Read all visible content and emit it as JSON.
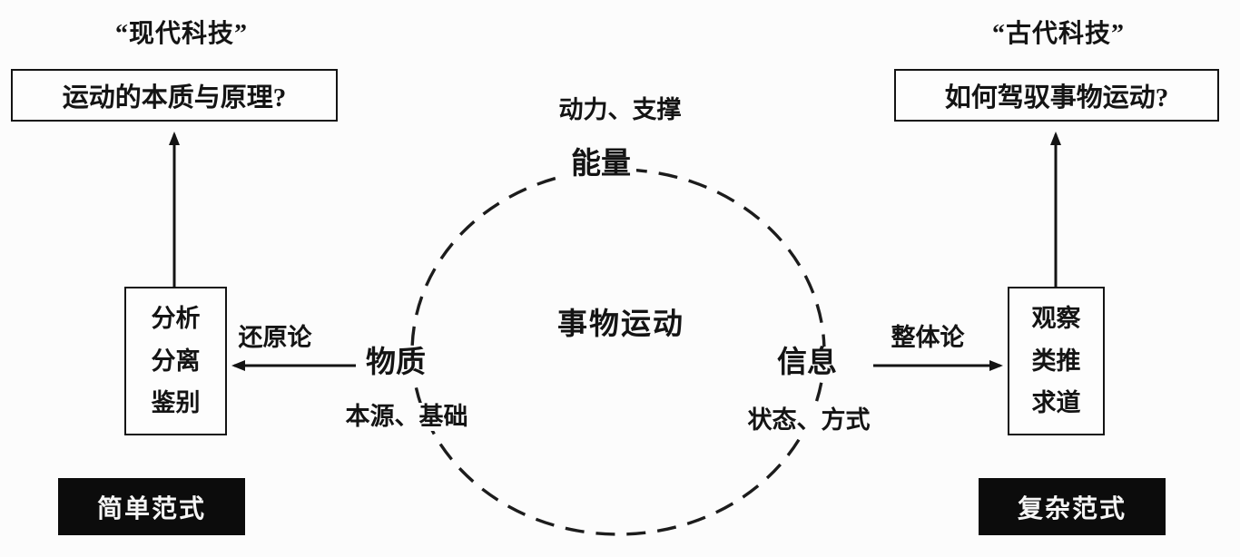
{
  "diagram": {
    "center_cycle": {
      "center_label": "事物运动",
      "energy": {
        "label": "能量",
        "annotation": "动力、支撑"
      },
      "matter": {
        "label": "物质",
        "annotation": "本源、基础"
      },
      "information": {
        "label": "信息",
        "annotation": "状态、方式"
      }
    },
    "left_branch": {
      "era_title": "“现代科技”",
      "question_box": "运动的本质与原理?",
      "arrow_label": "还原论",
      "method_lines": [
        "分析",
        "分离",
        "鉴别"
      ],
      "paradigm_box": "简单范式"
    },
    "right_branch": {
      "era_title": "“古代科技”",
      "question_box": "如何驾驭事物运动?",
      "arrow_label": "整体论",
      "method_lines": [
        "观察",
        "类推",
        "求道"
      ],
      "paradigm_box": "复杂范式"
    },
    "colors": {
      "ink": "#141414",
      "background": "#fcfcfc",
      "paradigm_box_bg": "#0c0c0c",
      "paradigm_box_text": "#f6f6f6"
    }
  }
}
